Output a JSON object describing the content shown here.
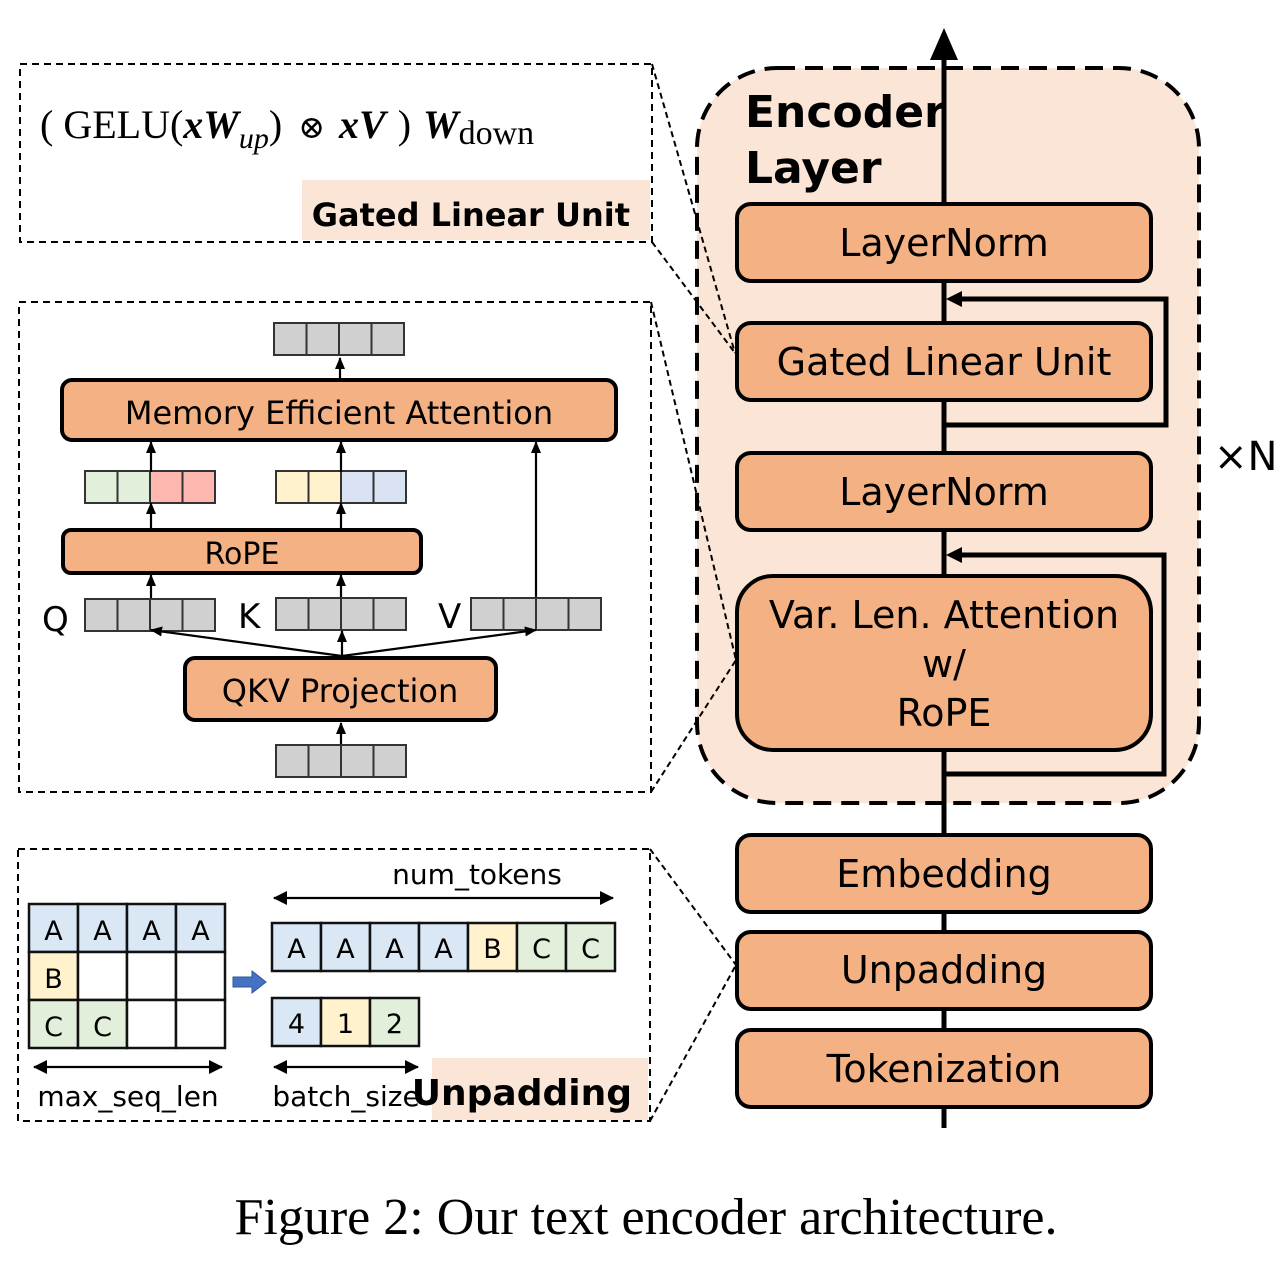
{
  "caption": "Figure 2: Our text encoder architecture.",
  "colors": {
    "block_fill": "#f4b183",
    "encoder_bg": "#fbe5d6",
    "label_bg": "#fbe5d6",
    "token_gray": "#d0d0d0",
    "seq_a": "#dae8f5",
    "seq_b": "#fff2cc",
    "seq_c": "#e2efda",
    "rope_green": "#e2efda",
    "rope_red": "#ffb8b0",
    "rope_yellow": "#fff2cc",
    "rope_blue": "#dae3f3",
    "arrow_blue": "#4472c4"
  },
  "glu_panel": {
    "formula": {
      "open": "( GELU(",
      "x1": "x",
      "w_up": "W",
      "w_up_sub": "up",
      "close1": ")",
      "otimes": "⊗",
      "xv": "xV",
      "close2": ")",
      "w_down": "W",
      "w_down_sub": "down"
    },
    "label": "Gated Linear Unit"
  },
  "attention_panel": {
    "mea_label": "Memory Efficient Attention",
    "rope_label": "RoPE",
    "qkv_label": "QKV Projection",
    "q_label": "Q",
    "k_label": "K",
    "v_label": "V"
  },
  "unpadding_panel": {
    "label": "Unpadding",
    "padded_grid": [
      [
        "A",
        "A",
        "A",
        "A"
      ],
      [
        "B",
        "",
        "",
        ""
      ],
      [
        "C",
        "C",
        "",
        ""
      ]
    ],
    "packed_tokens": [
      "A",
      "A",
      "A",
      "A",
      "B",
      "C",
      "C"
    ],
    "seq_lengths": [
      "4",
      "1",
      "2"
    ],
    "max_seq_len_label": "max_seq_len",
    "num_tokens_label": "num_tokens",
    "batch_size_label": "batch_size"
  },
  "encoder": {
    "title_line1": "Encoder",
    "title_line2": "Layer",
    "repeat_label": "×N",
    "blocks": {
      "layernorm_top": "LayerNorm",
      "glu": "Gated Linear Unit",
      "layernorm_mid": "LayerNorm",
      "attention_line1": "Var. Len. Attention",
      "attention_line2": "w/",
      "attention_line3": "RoPE"
    }
  },
  "pipeline": {
    "embedding": "Embedding",
    "unpadding": "Unpadding",
    "tokenization": "Tokenization"
  }
}
